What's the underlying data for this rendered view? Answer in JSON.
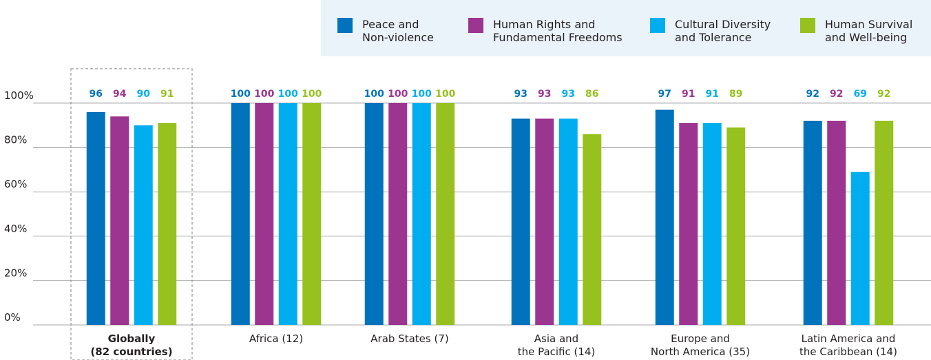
{
  "colors": {
    "peace": "#0073bc",
    "rights": "#9c3590",
    "diversity": "#00aeef",
    "survival": "#96c11f",
    "grid": "#a7a9ac",
    "text": "#231f20"
  },
  "chart_data": {
    "type": "bar",
    "title": "",
    "xlabel": "",
    "ylabel": "",
    "ylim": [
      0,
      100
    ],
    "y_ticks": [
      "0%",
      "20%",
      "40%",
      "60%",
      "80%",
      "100%"
    ],
    "y_tick_values": [
      0,
      20,
      40,
      60,
      80,
      100
    ],
    "grid": true,
    "legend_position": "top-right",
    "categories": [
      "Globally\n(82 countries)",
      "Africa (12)",
      "Arab States (7)",
      "Asia and\nthe Pacific (14)",
      "Europe and\nNorth America (35)",
      "Latin America and\nthe Caribbean (14)"
    ],
    "highlighted_category": 0,
    "series": [
      {
        "name": "Peace and\nNon-violence",
        "color": "#0073bc",
        "values": [
          96,
          100,
          100,
          93,
          97,
          92
        ]
      },
      {
        "name": "Human Rights and\nFundamental Freedoms",
        "color": "#9c3590",
        "values": [
          94,
          100,
          100,
          93,
          91,
          92
        ]
      },
      {
        "name": "Cultural Diversity\nand Tolerance",
        "color": "#00aeef",
        "values": [
          90,
          100,
          100,
          93,
          91,
          69
        ]
      },
      {
        "name": "Human Survival\nand Well-being",
        "color": "#96c11f",
        "values": [
          91,
          100,
          100,
          86,
          89,
          92
        ]
      }
    ]
  }
}
